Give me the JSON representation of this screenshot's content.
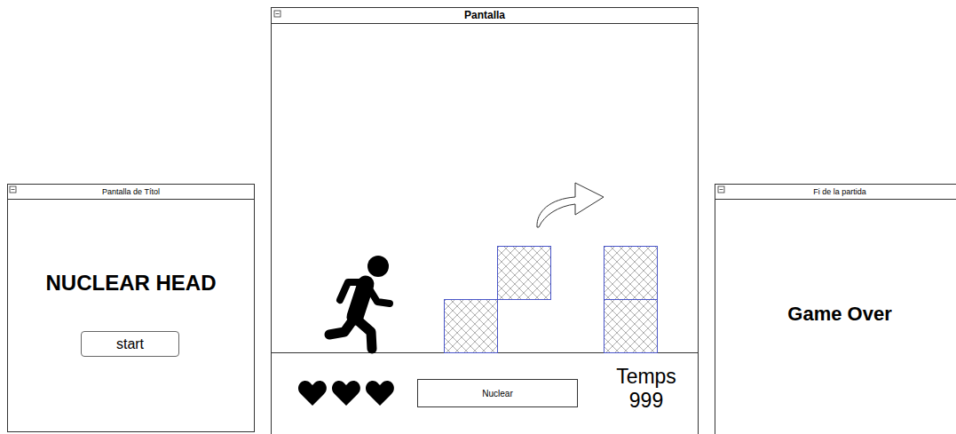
{
  "diagram": {
    "nodes": [
      {
        "text": [
          "Pantalla de Títol",
          "NUCLEAR HEAD"
        ]
      },
      {
        "text": [
          "start"
        ],
        "in": 0
      },
      {
        "text": [
          "Pantalla",
          "Temps",
          "999"
        ]
      },
      {
        "text": [
          "Nuclear"
        ],
        "in": 2
      },
      {
        "text": [
          "Fi de la partida",
          "Game Over"
        ]
      }
    ]
  }
}
